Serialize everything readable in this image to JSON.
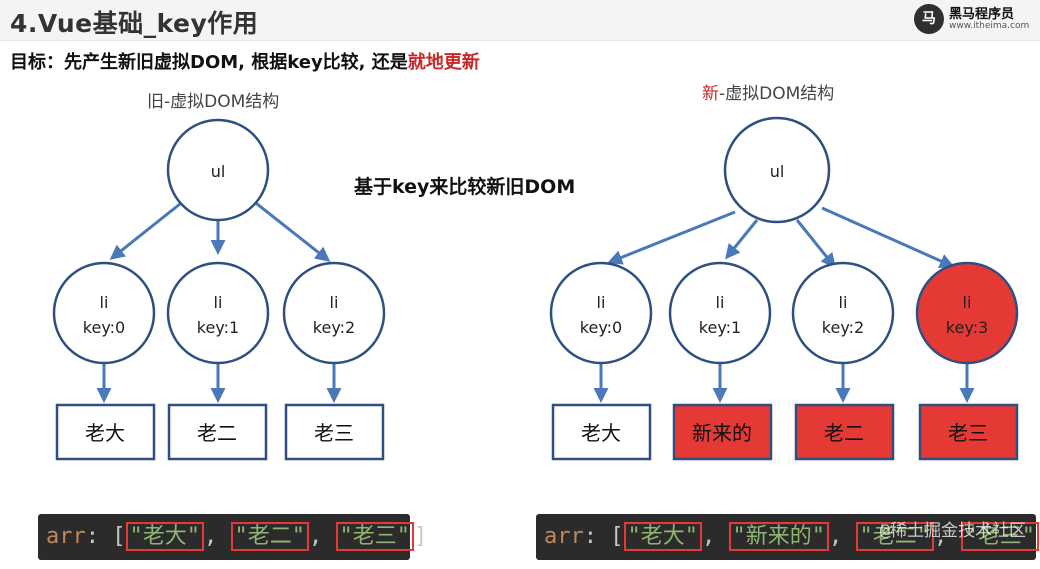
{
  "header": {
    "title": "4.Vue基础_key作用",
    "logo_name": "黑马程序员",
    "logo_url": "www.itheima.com"
  },
  "goal": {
    "prefix": "目标：先产生新旧虚拟DOM, 根据key比较, 还是",
    "highlight": "就地更新"
  },
  "old_tree": {
    "caption": "旧-虚拟DOM结构",
    "root": "ul",
    "nodes": [
      {
        "tag": "li",
        "key": "key:0",
        "text": "老大"
      },
      {
        "tag": "li",
        "key": "key:1",
        "text": "老二"
      },
      {
        "tag": "li",
        "key": "key:2",
        "text": "老三"
      }
    ]
  },
  "center_note": "基于key来比较新旧DOM",
  "new_tree": {
    "caption_highlight": "新",
    "caption_rest": "-虚拟DOM结构",
    "root": "ul",
    "nodes": [
      {
        "tag": "li",
        "key": "key:0",
        "text": "老大",
        "circle_red": false,
        "box_red": false
      },
      {
        "tag": "li",
        "key": "key:1",
        "text": "新来的",
        "circle_red": false,
        "box_red": true
      },
      {
        "tag": "li",
        "key": "key:2",
        "text": "老二",
        "circle_red": false,
        "box_red": true
      },
      {
        "tag": "li",
        "key": "key:3",
        "text": "老三",
        "circle_red": true,
        "box_red": true
      }
    ]
  },
  "old_code": {
    "label": "arr",
    "items": [
      "\"老大\"",
      "\"老二\"",
      "\"老三\""
    ]
  },
  "new_code": {
    "label": "arr",
    "items": [
      "\"老大\"",
      "\"新来的\"",
      "\"老二\"",
      "\"老三\""
    ]
  },
  "watermark": "@稀土掘金技术社区",
  "colors": {
    "highlight_red": "#e53935",
    "edge_blue": "#4a78b8",
    "stroke_navy": "#2f4f80"
  }
}
